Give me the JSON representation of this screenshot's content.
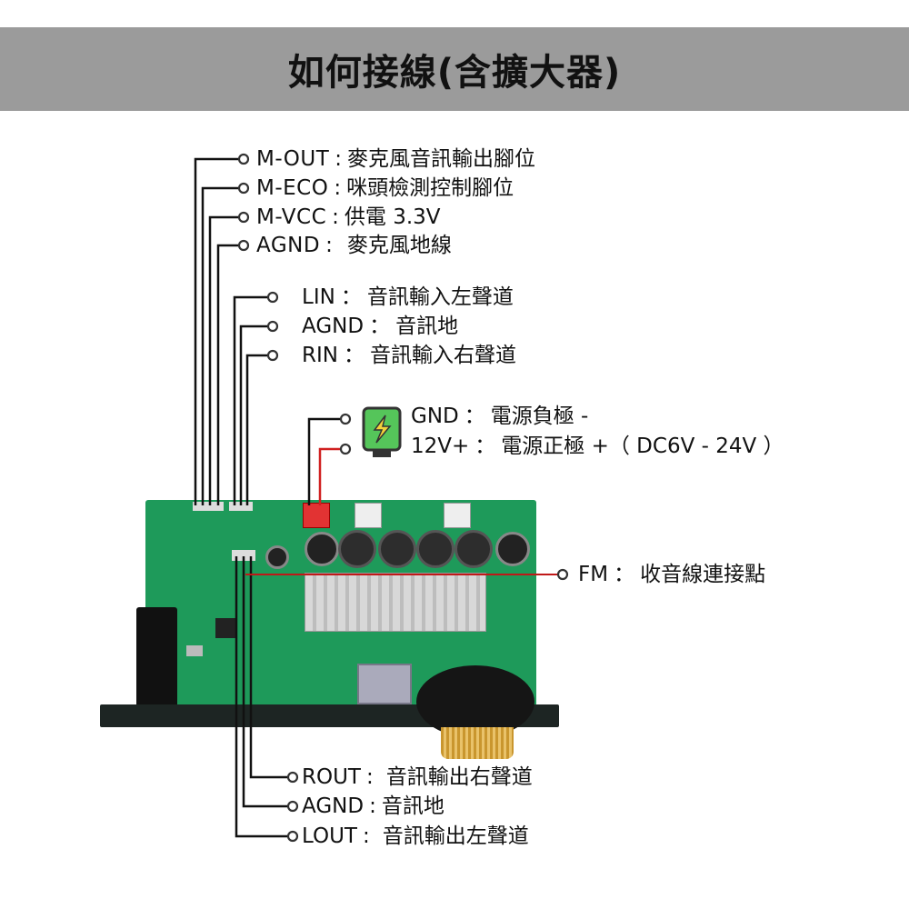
{
  "title": "如何接線(含擴大器)",
  "mic_pins": [
    {
      "pin": "M-OUT",
      "sep": ":",
      "desc": "麥克風音訊輸出腳位"
    },
    {
      "pin": "M-ECO",
      "sep": ":",
      "desc": "咪頭檢測控制腳位"
    },
    {
      "pin": "M-VCC",
      "sep": ":",
      "desc": "供電 3.3V"
    },
    {
      "pin": "AGND",
      "sep": ":",
      "desc": "麥克風地線"
    }
  ],
  "input_pins": [
    {
      "pin": "LIN",
      "sep": "：",
      "desc": "音訊輸入左聲道"
    },
    {
      "pin": "AGND",
      "sep": "：",
      "desc": "音訊地"
    },
    {
      "pin": "RIN",
      "sep": "：",
      "desc": "音訊輸入右聲道"
    }
  ],
  "power_pins": [
    {
      "pin": "GND",
      "sep": "：",
      "desc": "電源負極 -"
    },
    {
      "pin": "12V+",
      "sep": "：",
      "desc": "電源正極 +（ DC6V - 24V ）"
    }
  ],
  "fm_pin": {
    "pin": "FM",
    "sep": "：",
    "desc": "收音線連接點"
  },
  "output_pins": [
    {
      "pin": "ROUT",
      "sep": ":",
      "desc": "音訊輸出右聲道"
    },
    {
      "pin": "AGND",
      "sep": ":",
      "desc": "音訊地"
    },
    {
      "pin": "LOUT",
      "sep": ":",
      "desc": "音訊輸出左聲道"
    }
  ],
  "colors": {
    "header": "#9b9b9b",
    "pcb": "#1e9a5a",
    "power_wire": "#d02020"
  }
}
